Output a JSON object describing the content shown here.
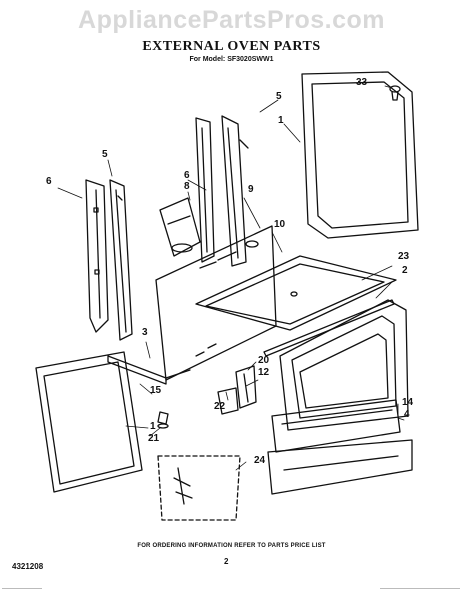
{
  "watermark": "AppliancePartsPros.com",
  "title": "EXTERNAL OVEN PARTS",
  "subtitle": "For Model: SF3020SWW1",
  "part_labels": [
    "33",
    "5",
    "1",
    "5",
    "6",
    "6",
    "8",
    "9",
    "10",
    "23",
    "2",
    "3",
    "20",
    "12",
    "22",
    "15",
    "1",
    "21",
    "14",
    "4",
    "24"
  ],
  "footer": {
    "doc_number": "4321208",
    "note": "FOR ORDERING INFORMATION REFER TO PARTS PRICE LIST",
    "page_number": "2"
  },
  "colors": {
    "ink": "#111111",
    "watermark": "#d8d8d8"
  }
}
